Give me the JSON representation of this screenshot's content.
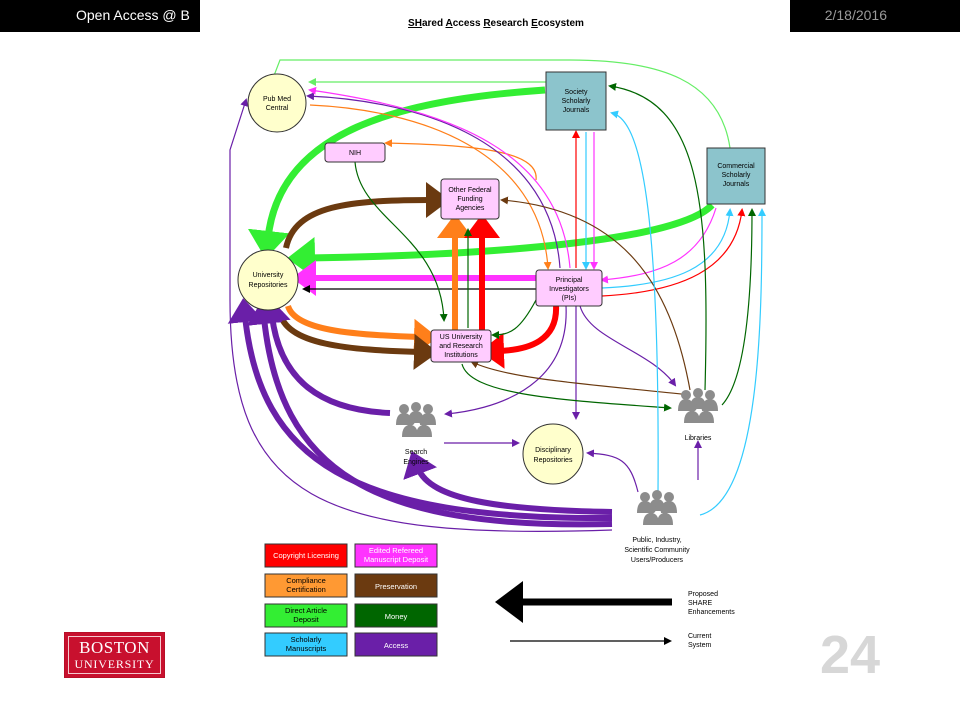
{
  "header": {
    "left_text": "Open Access @ B",
    "date": "2/18/2016"
  },
  "slide_number": "24",
  "logo": {
    "line1": "BOSTON",
    "line2": "UNIVERSITY"
  },
  "diagram": {
    "title_parts": [
      "SH",
      "ared ",
      "A",
      "ccess ",
      "R",
      "esearch ",
      "E",
      "cosystem"
    ],
    "nodes": {
      "pubmed": [
        "Pub Med",
        "Central"
      ],
      "society": [
        "Society",
        "Scholarly",
        "Journals"
      ],
      "nih": "NIH",
      "federal": [
        "Other Federal",
        "Funding",
        "Agencies"
      ],
      "commercial": [
        "Commercial",
        "Scholarly",
        "Journals"
      ],
      "univ_repo": [
        "University",
        "Repositories"
      ],
      "pis": [
        "Principal",
        "Investigators",
        "(PIs)"
      ],
      "us_univ": [
        "US University",
        "and Research",
        "Institutions"
      ],
      "libraries": "Libraries",
      "search": [
        "Search",
        "Engines"
      ],
      "disciplinary": [
        "Disciplinary",
        "Repositories"
      ],
      "public": [
        "Public, Industry,",
        "Scientific Community",
        "Users/Producers"
      ]
    },
    "legend": [
      {
        "lines": [
          "Copyright Licensing"
        ],
        "color": "#ff0000"
      },
      {
        "lines": [
          "Edited Refereed",
          "Manuscript Deposit"
        ],
        "color": "#ff33ff"
      },
      {
        "lines": [
          "Compliance",
          "Certification"
        ],
        "color": "#ff7f1a"
      },
      {
        "lines": [
          "Preservation"
        ],
        "color": "#6b3a10"
      },
      {
        "lines": [
          "Direct Article",
          "Deposit"
        ],
        "color": "#33ee33"
      },
      {
        "lines": [
          "Money"
        ],
        "color": "#006600"
      },
      {
        "lines": [
          "Scholarly",
          "Manuscripts"
        ],
        "color": "#33ccff"
      },
      {
        "lines": [
          "Access"
        ],
        "color": "#6a1fa8"
      }
    ],
    "key": {
      "proposed": [
        "Proposed",
        "SHARE",
        "Enhancements"
      ],
      "current": [
        "Current",
        "System"
      ]
    }
  }
}
